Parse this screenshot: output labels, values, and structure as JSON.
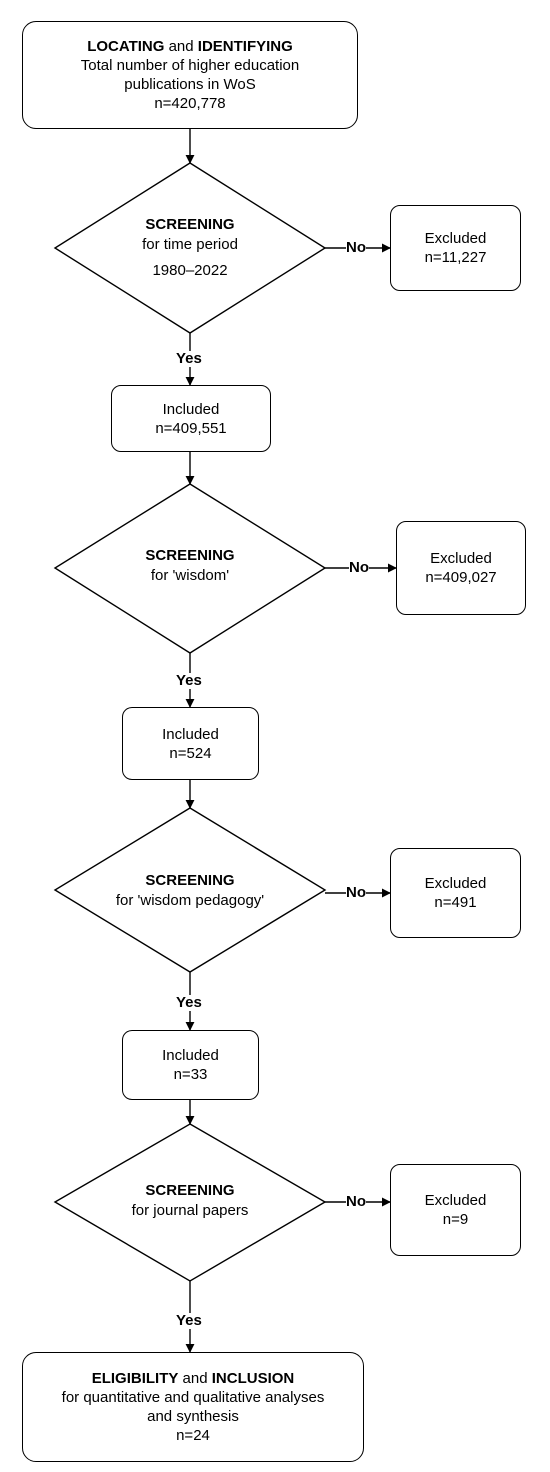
{
  "start": {
    "line1_bold_a": "LOCATING",
    "line1_mid": " and ",
    "line1_bold_b": "IDENTIFYING",
    "line2": "Total number of higher education",
    "line3": "publications in WoS",
    "line4": "n=420,778"
  },
  "screen1": {
    "title": "SCREENING",
    "line2": "for time period",
    "line3": "1980–2022"
  },
  "excluded1": {
    "label": "Excluded",
    "count": "n=11,227"
  },
  "included1": {
    "label": "Included",
    "count": "n=409,551"
  },
  "screen2": {
    "title": "SCREENING",
    "line2": "for 'wisdom'"
  },
  "excluded2": {
    "label": "Excluded",
    "count": "n=409,027"
  },
  "included2": {
    "label": "Included",
    "count": "n=524"
  },
  "screen3": {
    "title": "SCREENING",
    "line2": "for 'wisdom pedagogy'"
  },
  "excluded3": {
    "label": "Excluded",
    "count": "n=491"
  },
  "included3": {
    "label": "Included",
    "count": "n=33"
  },
  "screen4": {
    "title": "SCREENING",
    "line2": "for journal papers"
  },
  "excluded4": {
    "label": "Excluded",
    "count": "n=9"
  },
  "end": {
    "line1_bold_a": "ELIGIBILITY",
    "line1_mid": " and ",
    "line1_bold_b": "INCLUSION",
    "line2": "for quantitative and qualitative analyses",
    "line3": "and synthesis",
    "line4": "n=24"
  },
  "labels": {
    "yes": "Yes",
    "no": "No"
  }
}
